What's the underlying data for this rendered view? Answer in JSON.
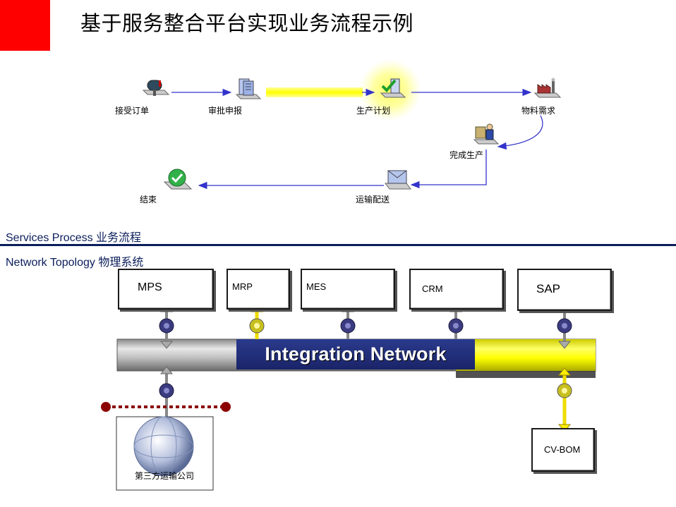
{
  "title": "基于服务整合平台实现业务流程示例",
  "process": {
    "nodes": [
      {
        "id": "receive",
        "label": "接受订单",
        "icon": "mailbox-icon"
      },
      {
        "id": "approve",
        "label": "审批申报",
        "icon": "documents-icon"
      },
      {
        "id": "plan",
        "label": "生产计划",
        "icon": "checkmark-plan-icon",
        "highlighted": true
      },
      {
        "id": "material",
        "label": "物料需求",
        "icon": "factory-icon"
      },
      {
        "id": "produce",
        "label": "完成生产",
        "icon": "worker-icon"
      },
      {
        "id": "ship",
        "label": "运输配送",
        "icon": "envelope-icon"
      },
      {
        "id": "end",
        "label": "结束",
        "icon": "green-check-icon"
      }
    ]
  },
  "sections": {
    "services_process": "Services Process 业务流程",
    "network_topology": "Network Topology 物理系统"
  },
  "systems": [
    {
      "id": "mps",
      "label": "MPS"
    },
    {
      "id": "mrp",
      "label": "MRP",
      "highlighted": true
    },
    {
      "id": "mes",
      "label": "MES"
    },
    {
      "id": "crm",
      "label": "CRM"
    },
    {
      "id": "sap",
      "label": "SAP",
      "highlighted": true
    }
  ],
  "network": {
    "label": "Integration Network"
  },
  "external": {
    "logistics": "第三方运输公司",
    "cvbom": "CV-BOM"
  },
  "colors": {
    "accent_red": "#ff0000",
    "navy": "#0b1e5b",
    "arrow_blue": "#3333cc",
    "highlight_yellow": "#ffff33",
    "dark_red_dots": "#8b0000"
  }
}
